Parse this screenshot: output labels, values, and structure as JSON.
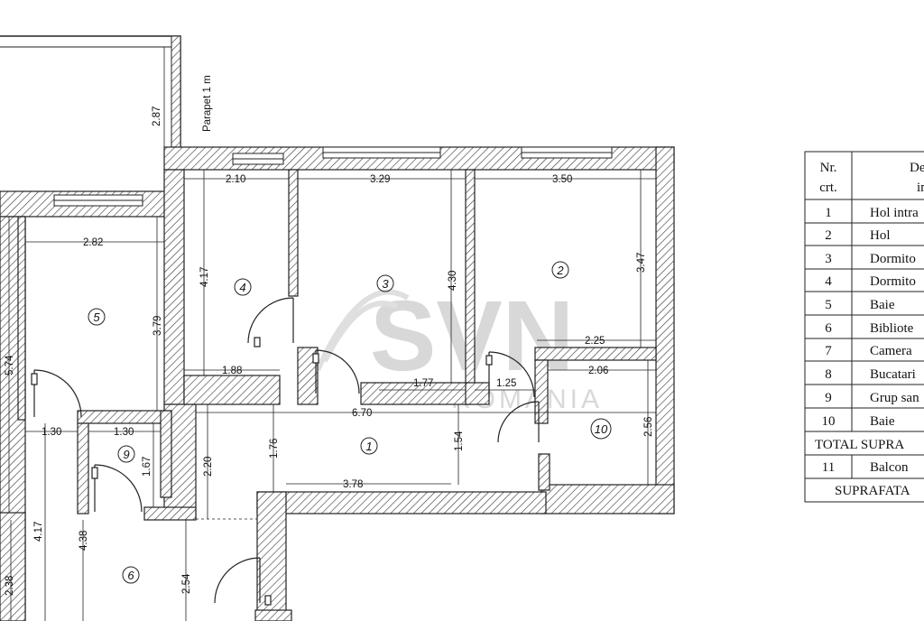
{
  "parapet_label": "Parapet 1 m",
  "watermark": {
    "brand": "SVN",
    "sub": "ROMANIA"
  },
  "dimensions": {
    "d287": "2.87",
    "d210": "2.10",
    "d329": "3.29",
    "d350": "3.50",
    "d282": "2.82",
    "d417a": "4.17",
    "d430": "4.30",
    "d347": "3.47",
    "d379": "3.79",
    "d574": "5.74",
    "d188": "1.88",
    "d225": "2.25",
    "d206": "2.06",
    "d177": "1.77",
    "d125": "1.25",
    "d670": "6.70",
    "d130a": "1.30",
    "d130b": "1.30",
    "d167": "1.67",
    "d220": "2.20",
    "d176": "1.76",
    "d154": "1.54",
    "d256": "2.56",
    "d378": "3.78",
    "d417b": "4.17",
    "d438": "4.38",
    "d254": "2.54",
    "d238": "2.38"
  },
  "rooms": [
    "1",
    "2",
    "3",
    "4",
    "5",
    "6",
    "9",
    "10"
  ],
  "table": {
    "header_nr": "Nr.",
    "header_crt": "crt.",
    "header_d1": "De",
    "header_d2": "in",
    "rows": [
      {
        "nr": "1",
        "name": "Hol intra"
      },
      {
        "nr": "2",
        "name": "Hol"
      },
      {
        "nr": "3",
        "name": "Dormito"
      },
      {
        "nr": "4",
        "name": "Dormito"
      },
      {
        "nr": "5",
        "name": "Baie"
      },
      {
        "nr": "6",
        "name": "Bibliote"
      },
      {
        "nr": "7",
        "name": "Camera"
      },
      {
        "nr": "8",
        "name": "Bucatari"
      },
      {
        "nr": "9",
        "name": "Grup san"
      },
      {
        "nr": "10",
        "name": "Baie"
      }
    ],
    "total": "TOTAL SUPRA",
    "balcony": {
      "nr": "11",
      "name": "Balcon"
    },
    "grand_total": "SUPRAFATA"
  }
}
